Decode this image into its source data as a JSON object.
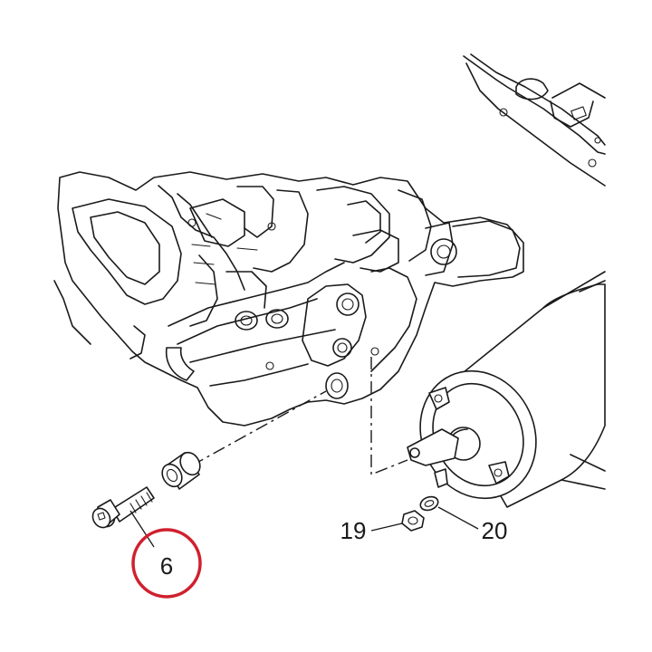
{
  "callouts": [
    {
      "id": "screw",
      "label": "6",
      "highlighted": true
    },
    {
      "id": "nut",
      "label": "19",
      "highlighted": false
    },
    {
      "id": "washer",
      "label": "20",
      "highlighted": false
    }
  ],
  "colors": {
    "line": "#1a1a1a",
    "background": "#ffffff",
    "highlight_ring": "#d0202e"
  }
}
